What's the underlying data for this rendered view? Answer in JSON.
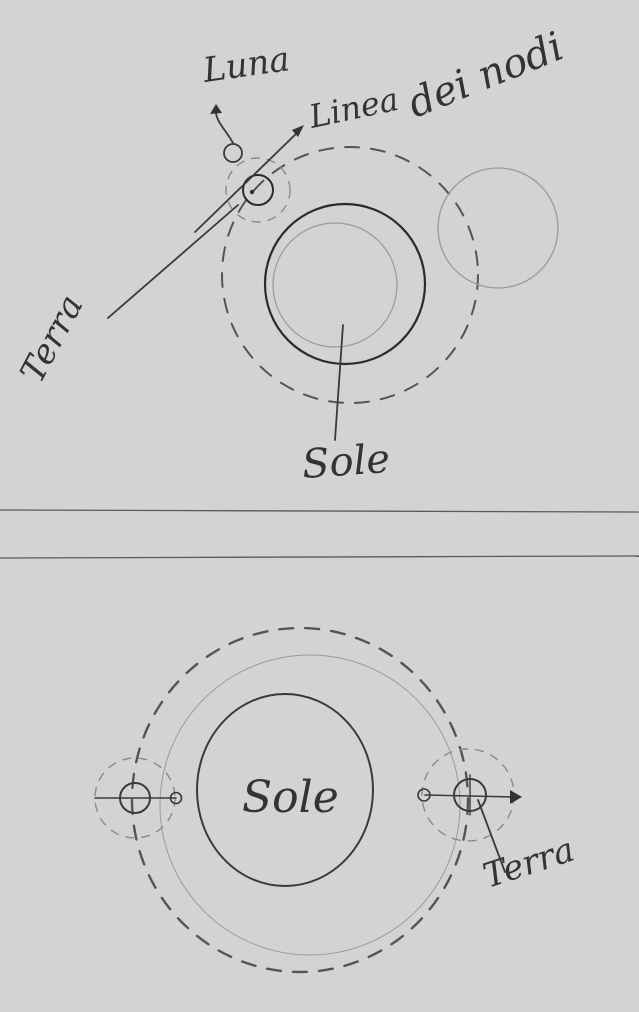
{
  "top_diagram": {
    "moon_label": "Luna",
    "nodes_line_label_part1": "Linea",
    "nodes_line_label_part2": "dei nodi",
    "earth_label": "Terra",
    "sun_label": "Sole"
  },
  "bottom_diagram": {
    "sun_label": "Sole",
    "earth_label": "Terra"
  },
  "colors": {
    "paper": "#d3d3d3",
    "ink": "#333333",
    "rule_line": "#5a5a5a"
  }
}
